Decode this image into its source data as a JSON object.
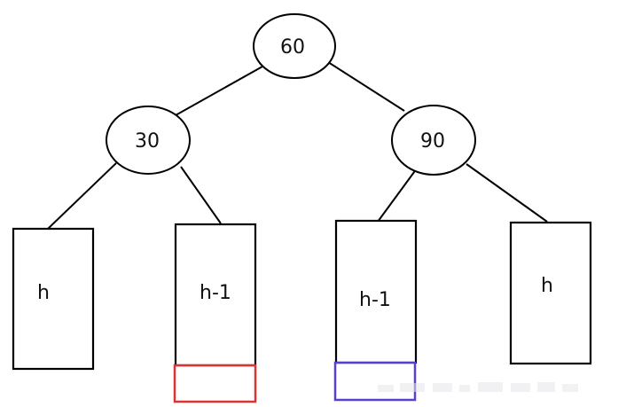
{
  "tree": {
    "root": {
      "label": "60"
    },
    "left_child": {
      "label": "30"
    },
    "right_child": {
      "label": "90"
    },
    "subtrees": [
      {
        "label": "h"
      },
      {
        "label": "h-1"
      },
      {
        "label": "h-1"
      },
      {
        "label": "h"
      }
    ]
  },
  "colors": {
    "stroke": "#000000",
    "highlight_red": "#e03131",
    "highlight_blue": "#5a3fd1"
  }
}
